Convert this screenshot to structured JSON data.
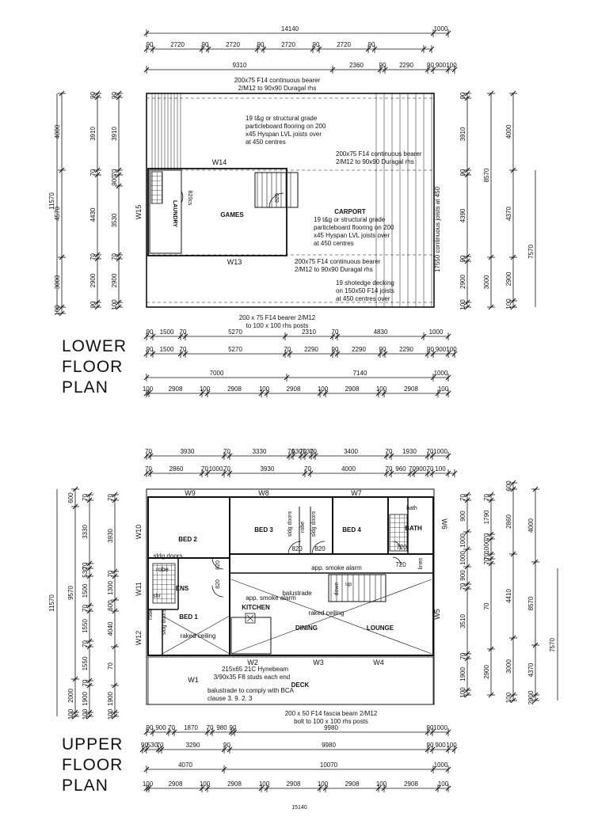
{
  "lower_plan": {
    "title_lines": [
      "LOWER",
      "FLOOR",
      "PLAN"
    ],
    "top_dims": {
      "overall": [
        "14140",
        "1000"
      ],
      "row1": [
        "90",
        "2720",
        "90",
        "2720",
        "90",
        "2720",
        "90",
        "2720",
        "90"
      ],
      "row2": [
        "9310",
        "2360",
        "90",
        "2290",
        "90",
        "900",
        "100"
      ]
    },
    "left_dims": {
      "overall": "11570",
      "col1": [
        "4000",
        "4570",
        "3000",
        "100"
      ],
      "col2": [
        "90",
        "3910",
        "70",
        "4430",
        "70",
        "2900",
        "90",
        "100"
      ],
      "col3": [
        "90",
        "3910",
        "70",
        "900",
        "3530",
        "70",
        "2900",
        "100"
      ]
    },
    "right_dims": {
      "col1": [
        "90",
        "3910",
        "90",
        "4390",
        "90",
        "2900",
        "100"
      ],
      "col2": [
        "8570",
        "3000"
      ],
      "col3": [
        "4000",
        "4370",
        "2900",
        "100"
      ],
      "col4": "7570"
    },
    "bottom_dims": {
      "row1": [
        "90",
        "1500",
        "70",
        "5270",
        "2310",
        "70",
        "4830",
        "1000"
      ],
      "row2": [
        "90",
        "1500",
        "70",
        "5270",
        "70",
        "2290",
        "90",
        "2290",
        "90",
        "2290",
        "90",
        "900",
        "100"
      ],
      "row3": [
        "7000",
        "7140",
        "1000"
      ],
      "row4": [
        "100",
        "2908",
        "100",
        "2908",
        "100",
        "2908",
        "100",
        "2908",
        "100",
        "2908",
        "100"
      ]
    },
    "notes": {
      "bearer_top_1": "200x75 F14 continuous bearer",
      "bearer_top_2": "2/M12 to 90x90 Duragal rhs",
      "floor_1": "19 t&g or structural grade",
      "floor_2": "particleboard flooring on 200",
      "floor_3": "x45 Hyspan LVL joists over",
      "floor_4": "at 450 centres",
      "bearer_mid_1": "200x75 F14 continuous bearer",
      "bearer_mid_2": "2/M12 to 90x90 Duragal rhs",
      "carport_floor_1": "19 t&g or structural grade",
      "carport_floor_2": "particleboard flooring on 200",
      "carport_floor_3": "x45 Hyspan LVL joists over",
      "carport_floor_4": "at 450 centres",
      "bearer_low_1": "200x75 F14 continuous bearer",
      "bearer_low_2": "2/M12 to 90x90 Duragal rhs",
      "decking_1": "19 shotedge decking",
      "decking_2": "on 150x50 F14 joists",
      "decking_3": "at 450 centres over",
      "bearer_bottom_1": "200 x 75 F14 bearer 2/M12",
      "bearer_bottom_2": "to 100 x 100 rhs posts",
      "joists_vertical": "17550 continuous joists at 450"
    },
    "rooms": {
      "games": "GAMES",
      "carport": "CARPORT",
      "laundry": "LAUNDRY"
    },
    "labels": {
      "w14": "W14",
      "w15": "W15",
      "w13": "W13",
      "stair_820": "820",
      "door_820cs": "820cs"
    }
  },
  "upper_plan": {
    "title_lines": [
      "UPPER",
      "FLOOR",
      "PLAN"
    ],
    "top_dims": {
      "row1": [
        "70",
        "3930",
        "70",
        "3330",
        "70",
        "530",
        "70",
        "530",
        "70",
        "3400",
        "70",
        "1930",
        "70",
        "1000"
      ],
      "row2": [
        "70",
        "2860",
        "70",
        "1000",
        "70",
        "3930",
        "70",
        "4000",
        "70",
        "960",
        "70",
        "900",
        "70",
        "100"
      ]
    },
    "left_dims": {
      "overall": "11570",
      "outer": [
        "600",
        "9570",
        "2000",
        "100"
      ],
      "col1": [
        "70",
        "3330",
        "70",
        "530",
        "1500",
        "70",
        "1550",
        "70",
        "1550",
        "70",
        "1900",
        "100"
      ],
      "col2": [
        "70",
        "3930",
        "70",
        "1300",
        "600",
        "4040",
        "70",
        "1900",
        "100"
      ]
    },
    "right_dims": {
      "col1": [
        "70",
        "900",
        "1000",
        "1000",
        "900",
        "70",
        "3510",
        "70",
        "1900",
        "100"
      ],
      "col2": [
        "70",
        "1790",
        "70",
        "1000",
        "70",
        "70",
        "70",
        "2900",
        "100"
      ],
      "col3": [
        "600",
        "2860",
        "4410",
        "3000",
        "100"
      ],
      "col4": [
        "4000",
        "8570",
        "4370",
        "2900",
        "100"
      ],
      "col5": "7570"
    },
    "bottom_dims": {
      "row1": [
        "90",
        "900",
        "70",
        "1870",
        "70",
        "980",
        "90",
        "9980",
        "90",
        "1000"
      ],
      "row2": [
        "90",
        "530",
        "70",
        "3290",
        "90",
        "9980",
        "90",
        "900",
        "100"
      ],
      "row3": [
        "4070",
        "10070",
        "1000"
      ],
      "row4": [
        "100",
        "2908",
        "100",
        "2908",
        "100",
        "2908",
        "100",
        "2908",
        "100",
        "2908",
        "100"
      ],
      "overall": "15140"
    },
    "rooms": {
      "bed2": "BED 2",
      "bed3": "BED 3",
      "bed4": "BED 4",
      "bath": "BATH",
      "bath_small": "bath",
      "bed1": "BED 1",
      "ens": "ENS",
      "kitchen": "KITCHEN",
      "dining": "DINING",
      "lounge": "LOUNGE",
      "deck": "DECK"
    },
    "windows": [
      "W9",
      "W8",
      "W7",
      "W10",
      "W6",
      "W11",
      "W12",
      "W5",
      "W1",
      "W2",
      "W3",
      "W4"
    ],
    "labels": {
      "sldg_doors_bed2": "sldg doors",
      "robe_bed2": "robe",
      "sldg_doors_bed3": "sldg doors",
      "robe_bed3": "robe",
      "sldg_doors_bed4": "sldg doors",
      "door_820_a": "820",
      "door_820_b": "820",
      "door_820_c": "820",
      "door_820_d": "820",
      "door_720_a": "720",
      "door_720_b": "720",
      "linen": "linen",
      "smoke_1": "app. smoke alarm",
      "smoke_2": "app. smoke alarm",
      "balustrade": "balustrade",
      "down": "down",
      "up": "up",
      "raked_lounge": "raked ceiling",
      "raked_bed1": "raked ceiling",
      "robe_bed1": "robe",
      "sldg_doors_bed1": "sldg doors",
      "shr": "shr",
      "hynebeam_1": "215x65 21C Hynebeam",
      "hynebeam_2": "3/90x35 F8 studs each end",
      "balustrade_bca_1": "balustrade to comply with BCA",
      "balustrade_bca_2": "clause  3. 9. 2. 3",
      "fascia_1": "200 x 50 F14 fascia beam 2/M12",
      "fascia_2": "bolt to 100 x 100 rhs posts"
    }
  }
}
